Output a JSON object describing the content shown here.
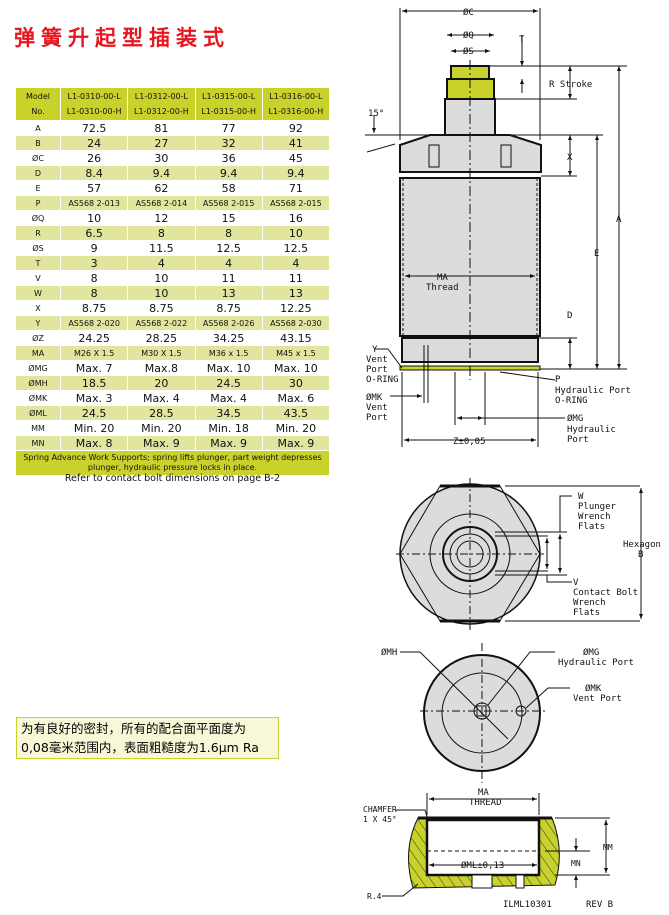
{
  "title": "弹簧升起型插装式",
  "table": {
    "header_label": [
      "Model",
      "No."
    ],
    "models": [
      [
        "L1-0310-00-L",
        "L1-0310-00-H"
      ],
      [
        "L1-0312-00-L",
        "L1-0312-00-H"
      ],
      [
        "L1-0315-00-L",
        "L1-0315-00-H"
      ],
      [
        "L1-0316-00-L",
        "L1-0316-00-H"
      ]
    ],
    "rows": [
      {
        "label": "A",
        "values": [
          "72.5",
          "81",
          "77",
          "92"
        ]
      },
      {
        "label": "B",
        "values": [
          "24",
          "27",
          "32",
          "41"
        ]
      },
      {
        "label": "ØC",
        "values": [
          "26",
          "30",
          "36",
          "45"
        ]
      },
      {
        "label": "D",
        "values": [
          "8.4",
          "9.4",
          "9.4",
          "9.4"
        ]
      },
      {
        "label": "E",
        "values": [
          "57",
          "62",
          "58",
          "71"
        ]
      },
      {
        "label": "P",
        "values": [
          "AS568 2-013",
          "AS568 2-014",
          "AS568 2-015",
          "AS568 2-015"
        ]
      },
      {
        "label": "ØQ",
        "values": [
          "10",
          "12",
          "15",
          "16"
        ]
      },
      {
        "label": "R",
        "values": [
          "6.5",
          "8",
          "8",
          "10"
        ]
      },
      {
        "label": "ØS",
        "values": [
          "9",
          "11.5",
          "12.5",
          "12.5"
        ]
      },
      {
        "label": "T",
        "values": [
          "3",
          "4",
          "4",
          "4"
        ]
      },
      {
        "label": "V",
        "values": [
          "8",
          "10",
          "11",
          "11"
        ]
      },
      {
        "label": "W",
        "values": [
          "8",
          "10",
          "13",
          "13"
        ]
      },
      {
        "label": "X",
        "values": [
          "8.75",
          "8.75",
          "8.75",
          "12.25"
        ]
      },
      {
        "label": "Y",
        "values": [
          "AS568 2-020",
          "AS568 2-022",
          "AS568 2-026",
          "AS568 2-030"
        ]
      },
      {
        "label": "ØZ",
        "values": [
          "24.25",
          "28.25",
          "34.25",
          "43.15"
        ]
      },
      {
        "label": "MA",
        "values": [
          "M26 X 1.5",
          "M30 X 1.5",
          "M36 x 1.5",
          "M45 x 1.5"
        ]
      },
      {
        "label": "ØMG",
        "values": [
          "Max. 7",
          "Max.8",
          "Max. 10",
          "Max. 10"
        ]
      },
      {
        "label": "ØMH",
        "values": [
          "18.5",
          "20",
          "24.5",
          "30"
        ]
      },
      {
        "label": "ØMK",
        "values": [
          "Max. 3",
          "Max. 4",
          "Max. 4",
          "Max. 6"
        ]
      },
      {
        "label": "ØML",
        "values": [
          "24.5",
          "28.5",
          "34.5",
          "43.5"
        ]
      },
      {
        "label": "MM",
        "values": [
          "Min. 20",
          "Min. 20",
          "Min. 18",
          "Min. 20"
        ]
      },
      {
        "label": "MN",
        "values": [
          "Max. 8",
          "Max. 9",
          "Max. 9",
          "Max. 9"
        ]
      }
    ],
    "footer": "Spring Advance Work Supports; spring lifts plunger, part weight depresses plunger, hydraulic pressure locks in place."
  },
  "refer": "Refer to contact bolt dimensions on page B-2",
  "note": [
    "为有良好的密封，所有的配合面平面度为",
    "0,08毫米范围内，表面粗糙度为1.6μm Ra"
  ],
  "drawing": {
    "phiC": "ØC",
    "phiQ": "ØQ",
    "phiS": "ØS",
    "T": "T",
    "r_stroke": "R Stroke",
    "angle": "15°",
    "X": "X",
    "A": "A",
    "E": "E",
    "D": "D",
    "ma": "MA",
    "thread": "Thread",
    "y": [
      "Y",
      "Vent",
      "Port",
      "O-RING"
    ],
    "mk": [
      "ØMK",
      "Vent",
      "Port"
    ],
    "p": [
      "P",
      "Hydraulic Port",
      "O-RING"
    ],
    "mg": [
      "ØMG",
      "Hydraulic",
      "Port"
    ],
    "z": "Z±0,05",
    "w": [
      "W",
      "Plunger",
      "Wrench",
      "Flats"
    ],
    "v": [
      "V",
      "Contact Bolt",
      "Wrench",
      "Flats"
    ],
    "hex": [
      "Hexagon",
      "B"
    ],
    "mh": "ØMH",
    "mg2": [
      "ØMG",
      "Hydraulic Port"
    ],
    "mk2": [
      "ØMK",
      "Vent Port"
    ],
    "ma2": [
      "MA",
      "THREAD"
    ],
    "chamfer": [
      "CHAMFER",
      "1 X 45°"
    ],
    "ml": "ØML±0,13",
    "mm": "MM",
    "mn": "MN",
    "r4": "R.4",
    "drawing_no": "ILML10301",
    "rev": "REV B"
  }
}
